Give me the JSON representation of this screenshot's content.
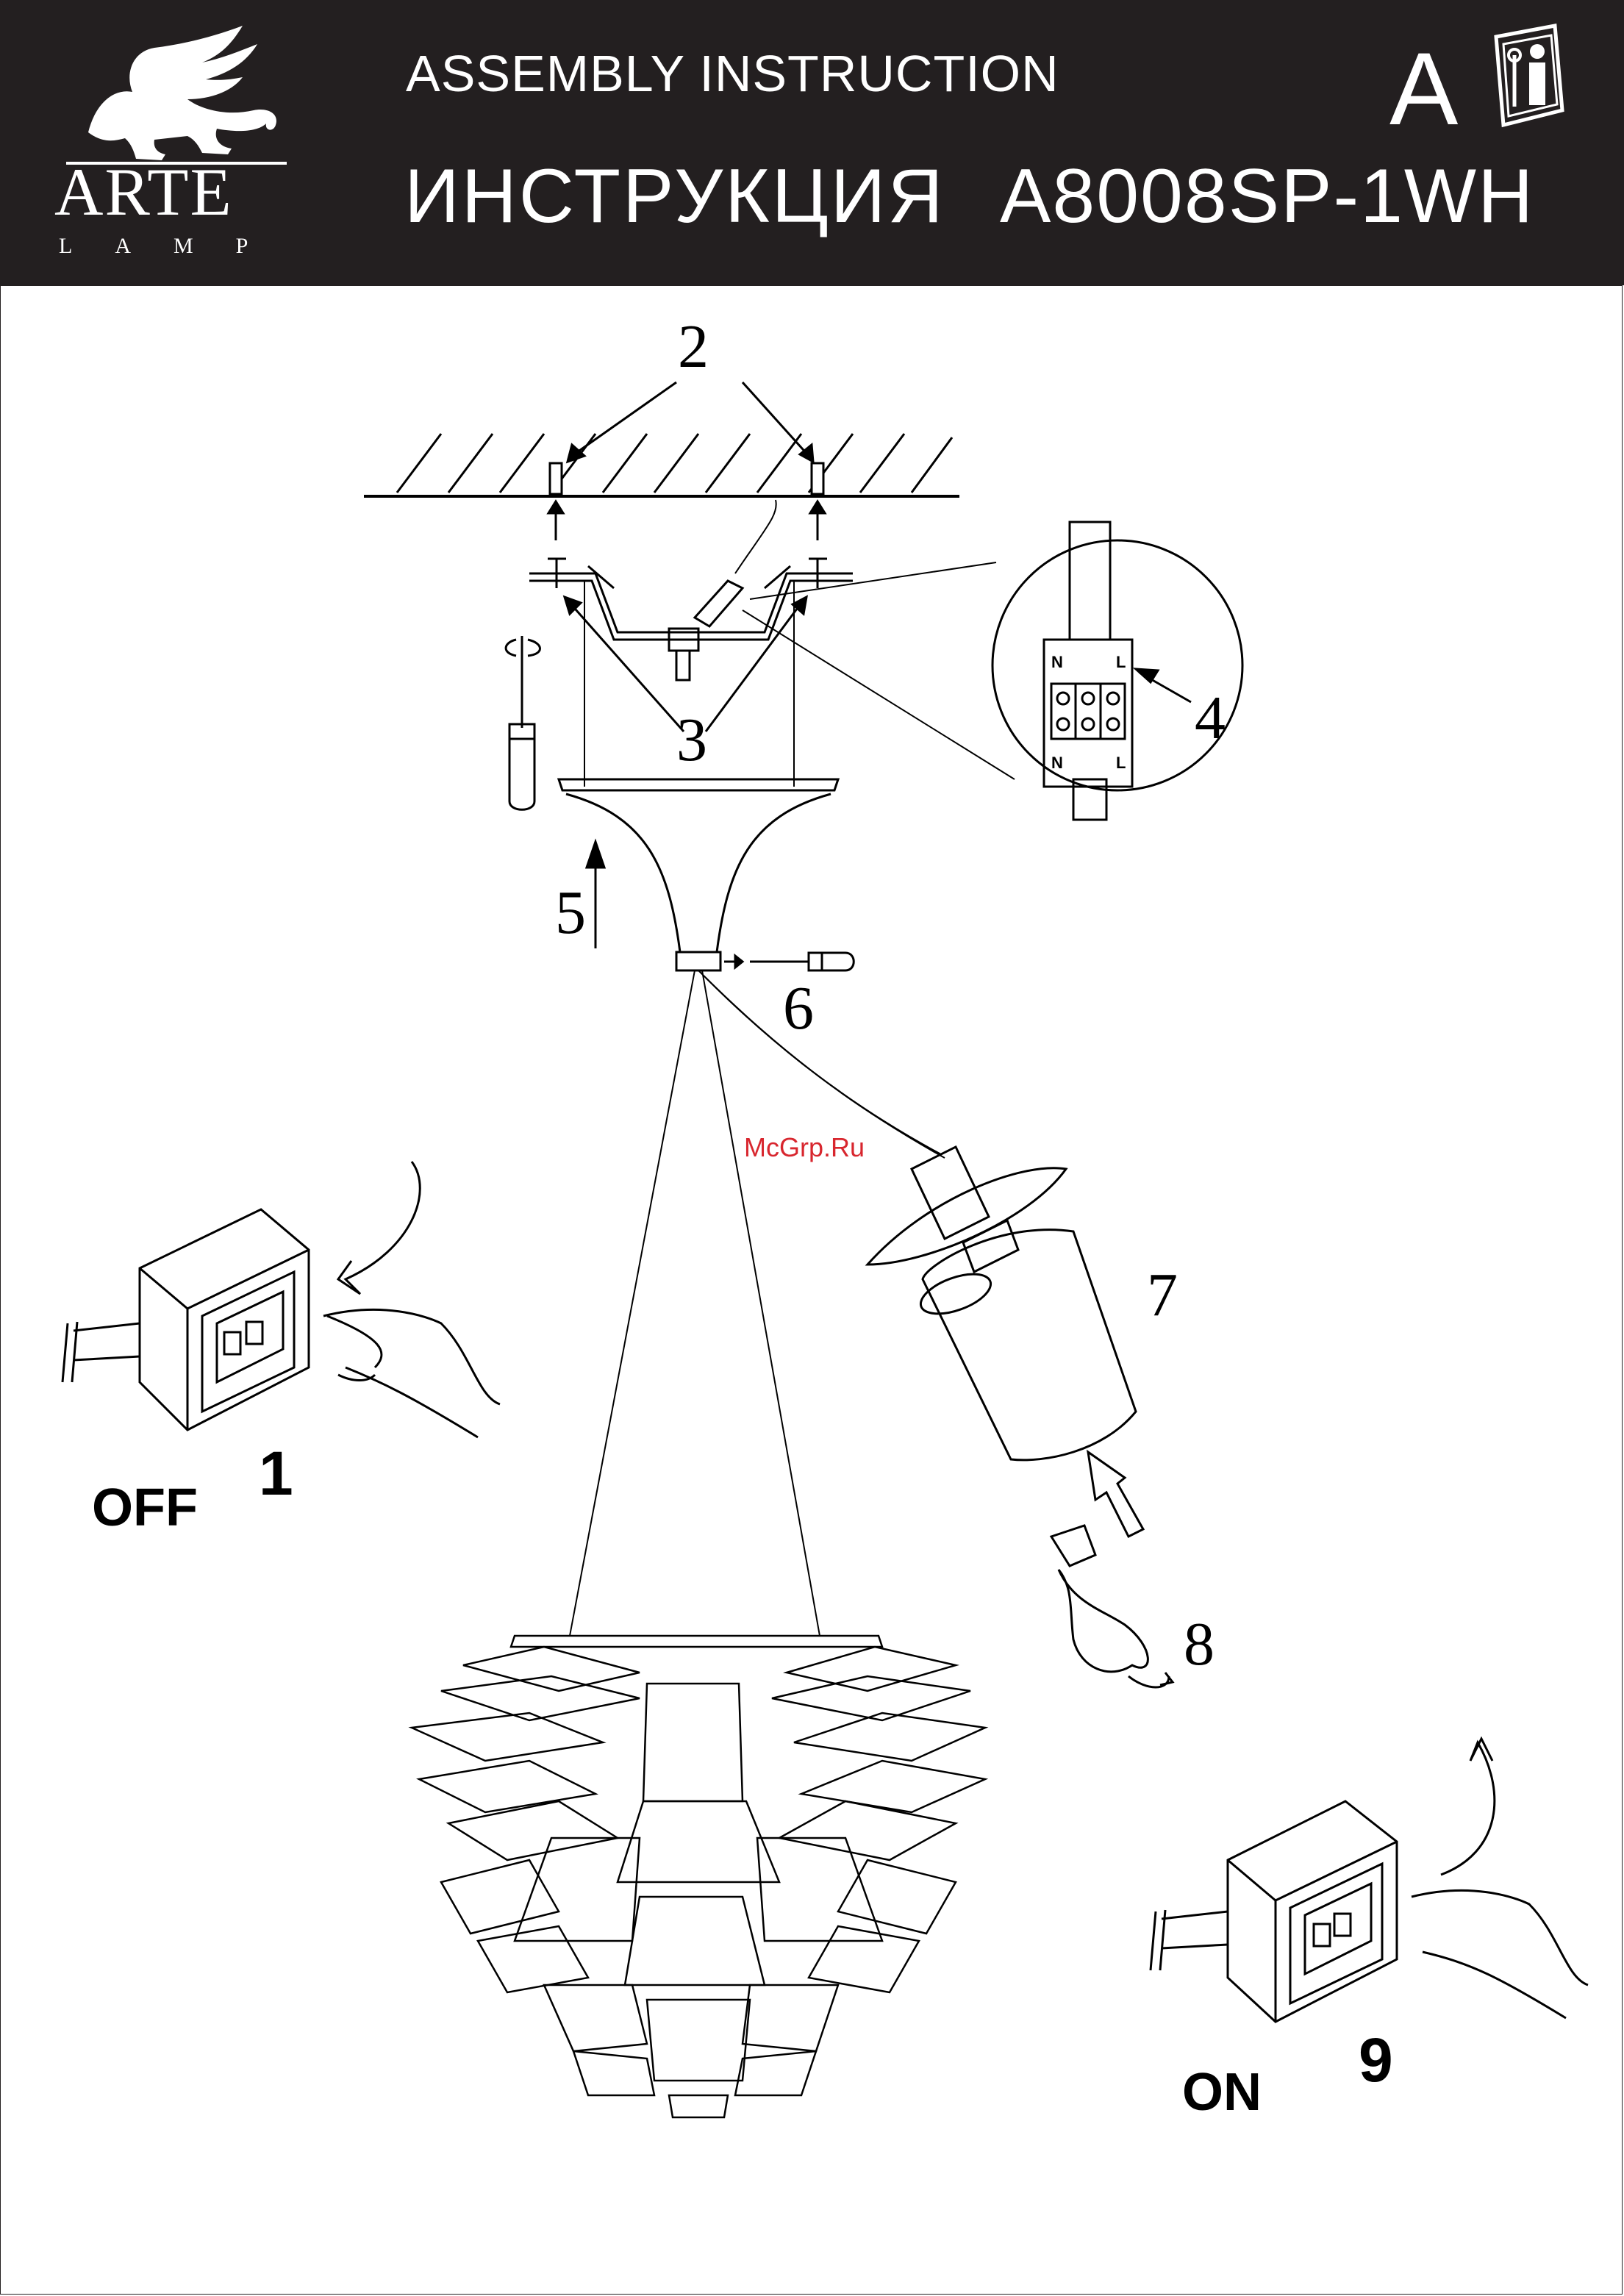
{
  "header": {
    "brand_name": "ARTE",
    "brand_sub": "LAMP",
    "title_en": "ASSEMBLY  INSTRUCTION",
    "title_ru": "ИНСТРУКЦИЯ",
    "model": "A8008SP-1WH",
    "language": "A",
    "info_icon": "manual-info-icon"
  },
  "steps": {
    "s1": "1",
    "s2": "2",
    "s3": "3",
    "s4": "4",
    "s5": "5",
    "s6": "6",
    "s7": "7",
    "s8": "8",
    "s9": "9"
  },
  "switch_off_label": "OFF",
  "switch_on_label": "ON",
  "terminal_labels": {
    "n_top": "N",
    "l_top": "L",
    "n_bottom": "N",
    "l_bottom": "L"
  },
  "watermark": "McGrp.Ru",
  "colors": {
    "header_bg": "#231f20",
    "watermark": "#d8262e"
  }
}
